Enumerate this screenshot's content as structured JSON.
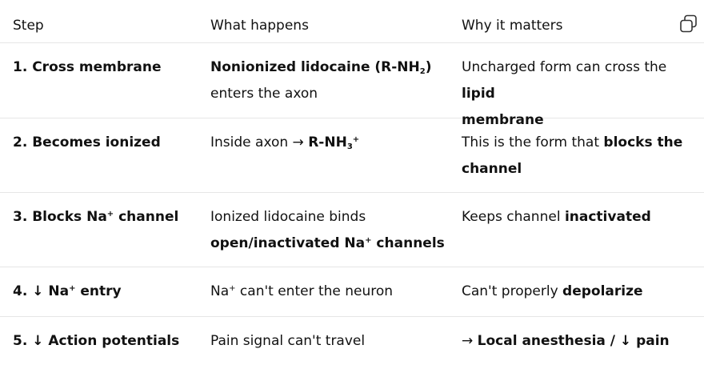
{
  "table": {
    "headers": [
      "Step",
      "What happens",
      "Why it matters"
    ],
    "rows": [
      {
        "step": "1. Cross membrane",
        "what": {
          "pre": "Nonionized lidocaine (R-NH",
          "sub": "2",
          "post": ")",
          "line2": "enters the axon"
        },
        "why": {
          "pre": "Uncharged form can cross the ",
          "bold1": "lipid",
          "bold2": "membrane"
        }
      },
      {
        "step": "2. Becomes ionized",
        "what": {
          "pre": "Inside axon → ",
          "bold": "R-NH",
          "sub": "3",
          "sup": "+"
        },
        "why": {
          "pre": "This is the form that ",
          "bold1": "blocks the",
          "bold2": "channel"
        }
      },
      {
        "step": {
          "pre": "3. Blocks Na",
          "sup": "+",
          "post": " channel"
        },
        "what": {
          "line1": "Ionized lidocaine binds",
          "bold": "open/inactivated Na",
          "sup": "+",
          "post": " channels"
        },
        "why": {
          "pre": "Keeps channel ",
          "bold": "inactivated"
        }
      },
      {
        "step": {
          "pre": "4. ↓ Na",
          "sup": "+",
          "post": " entry"
        },
        "what": {
          "pre": "Na",
          "sup": "+",
          "post": " can't enter the neuron"
        },
        "why": {
          "pre": "Can't properly ",
          "bold": "depolarize"
        }
      },
      {
        "step": "5. ↓ Action potentials",
        "what": "Pain signal can't travel",
        "why": {
          "pre": "→ ",
          "bold": "Local anesthesia / ↓ pain"
        }
      }
    ]
  },
  "icons": {
    "copy": "copy-icon"
  }
}
